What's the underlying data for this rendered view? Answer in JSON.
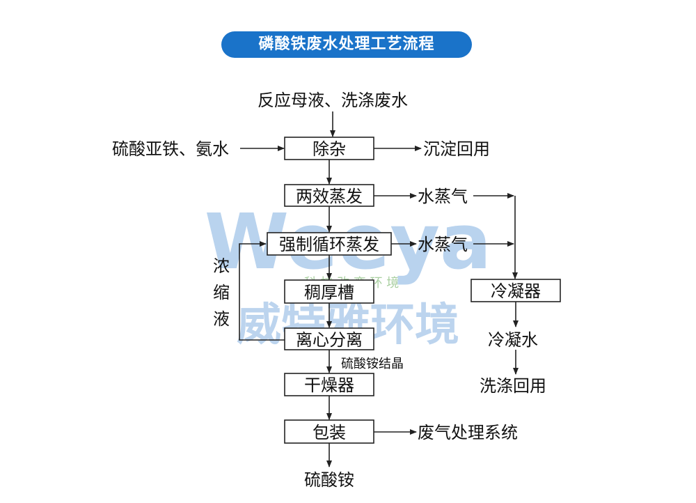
{
  "title": "磷酸铁废水处理工艺流程",
  "watermark": {
    "brand_en": "Weeya",
    "slogan": "科 技 改 变 环 境",
    "brand_cn": "威特雅环境"
  },
  "nodes": {
    "input_top": "反应母液、洗涤废水",
    "input_left": "硫酸亚铁、氨水",
    "remove_impurity": "除杂",
    "precip_reuse": "沉淀回用",
    "two_effect_evap": "两效蒸发",
    "steam1": "水蒸气",
    "forced_circ_evap": "强制循环蒸发",
    "steam2": "水蒸气",
    "conc_liquid": "浓缩液",
    "thickener": "稠厚槽",
    "condenser": "冷凝器",
    "centrifuge": "离心分离",
    "condensate": "冷凝水",
    "crystal": "硫酸铵结晶",
    "wash_reuse": "洗涤回用",
    "dryer": "干燥器",
    "packing": "包装",
    "waste_gas": "废气处理系统",
    "product": "硫酸铵"
  },
  "colors": {
    "title_bg": "#1a73c9",
    "watermark_blue": "#b9d3ee",
    "watermark_green": "#a9cfa0"
  }
}
